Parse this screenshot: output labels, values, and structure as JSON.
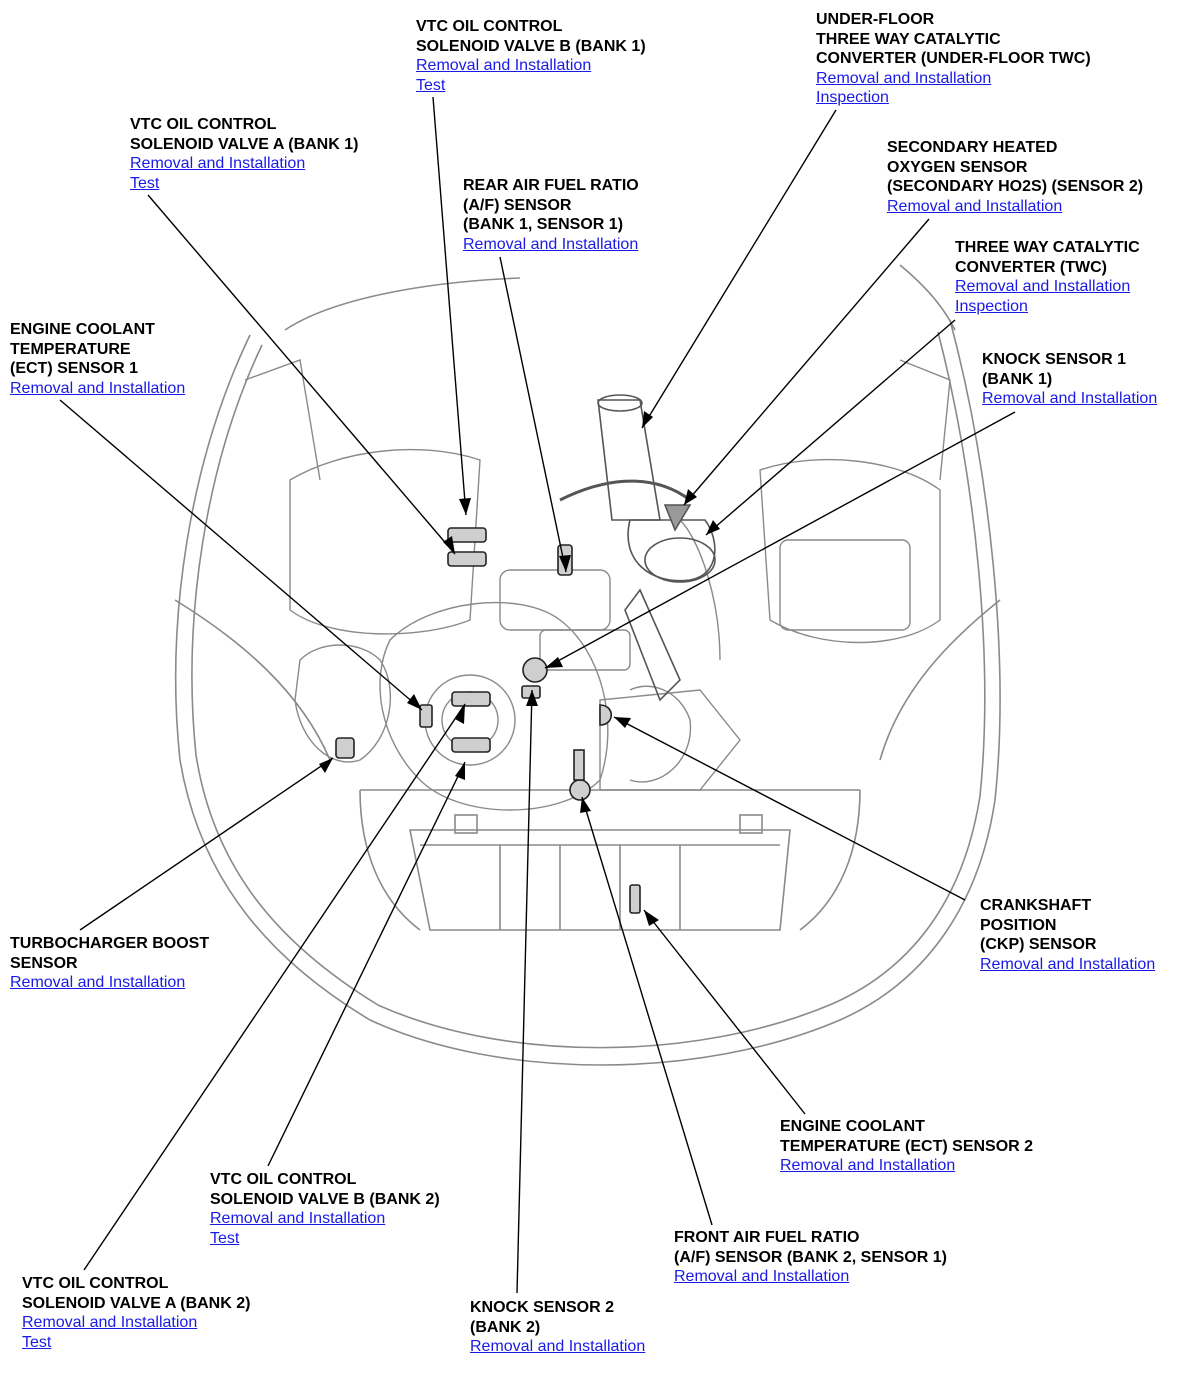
{
  "link_color": "#1a1ae6",
  "labels": [
    {
      "id": "vtc-b-bank1",
      "lines": [
        "VTC OIL CONTROL",
        "SOLENOID VALVE B (BANK 1)"
      ],
      "links": [
        "Removal and Installation",
        "Test"
      ]
    },
    {
      "id": "underfloor-twc",
      "lines": [
        "UNDER-FLOOR",
        "THREE WAY CATALYTIC",
        "CONVERTER (UNDER-FLOOR TWC)"
      ],
      "links": [
        "Removal and Installation",
        "Inspection"
      ]
    },
    {
      "id": "vtc-a-bank1",
      "lines": [
        "VTC OIL CONTROL",
        "SOLENOID VALVE A (BANK 1)"
      ],
      "links": [
        "Removal and Installation",
        "Test"
      ]
    },
    {
      "id": "secondary-ho2s",
      "lines": [
        "SECONDARY HEATED",
        "OXYGEN SENSOR",
        "(SECONDARY HO2S) (SENSOR 2)"
      ],
      "links": [
        "Removal and Installation"
      ]
    },
    {
      "id": "rear-af-sensor",
      "lines": [
        "REAR AIR FUEL RATIO",
        "(A/F) SENSOR",
        "(BANK 1, SENSOR 1)"
      ],
      "links": [
        "Removal and Installation"
      ]
    },
    {
      "id": "twc",
      "lines": [
        "THREE WAY CATALYTIC",
        "CONVERTER (TWC)"
      ],
      "links": [
        "Removal and Installation",
        "Inspection"
      ]
    },
    {
      "id": "ect-sensor-1",
      "lines": [
        "ENGINE COOLANT",
        "TEMPERATURE",
        "(ECT) SENSOR 1"
      ],
      "links": [
        "Removal and Installation"
      ]
    },
    {
      "id": "knock-sensor-1",
      "lines": [
        "KNOCK SENSOR 1",
        "(BANK 1)"
      ],
      "links": [
        "Removal and Installation"
      ]
    },
    {
      "id": "turbo-boost-sensor",
      "lines": [
        "TURBOCHARGER BOOST",
        "SENSOR"
      ],
      "links": [
        "Removal and Installation"
      ]
    },
    {
      "id": "ckp-sensor",
      "lines": [
        "CRANKSHAFT",
        "POSITION",
        "(CKP) SENSOR"
      ],
      "links": [
        "Removal and Installation"
      ]
    },
    {
      "id": "ect-sensor-2",
      "lines": [
        "ENGINE COOLANT",
        "TEMPERATURE (ECT) SENSOR 2"
      ],
      "links": [
        "Removal and Installation"
      ]
    },
    {
      "id": "vtc-b-bank2",
      "lines": [
        "VTC OIL CONTROL",
        "SOLENOID VALVE B (BANK 2)"
      ],
      "links": [
        "Removal and Installation",
        "Test"
      ]
    },
    {
      "id": "front-af-sensor",
      "lines": [
        "FRONT AIR FUEL RATIO",
        "(A/F) SENSOR (BANK 2, SENSOR 1)"
      ],
      "links": [
        "Removal and Installation"
      ]
    },
    {
      "id": "vtc-a-bank2",
      "lines": [
        "VTC OIL CONTROL",
        "SOLENOID VALVE A (BANK 2)"
      ],
      "links": [
        "Removal and Installation",
        "Test"
      ]
    },
    {
      "id": "knock-sensor-2",
      "lines": [
        "KNOCK SENSOR 2",
        "(BANK 2)"
      ],
      "links": [
        "Removal and Installation"
      ]
    }
  ]
}
